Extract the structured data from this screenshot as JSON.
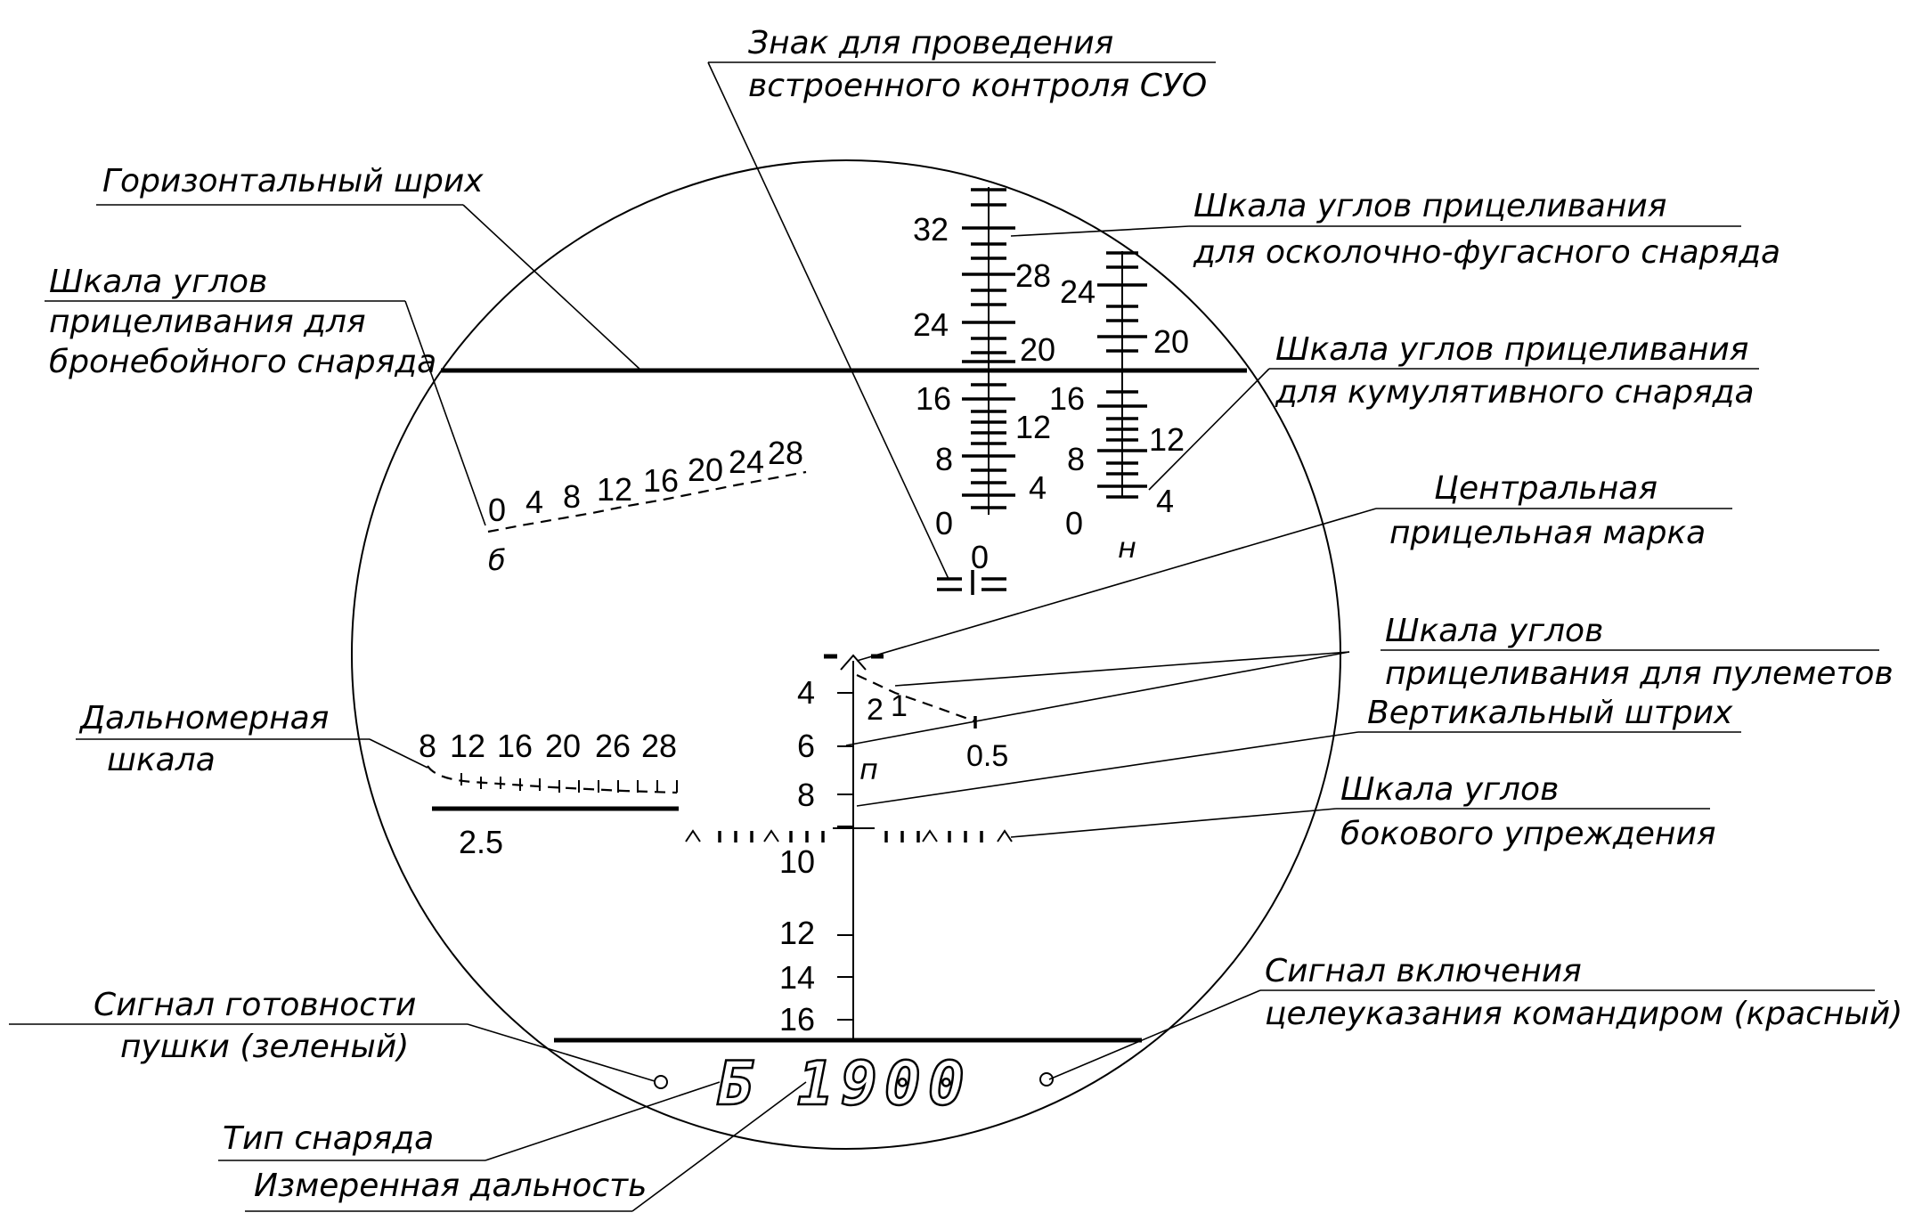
{
  "callouts": {
    "bit_sign_line1": "Знак для проведения",
    "bit_sign_line2": "встроенного контроля СУО",
    "horizontal_line": "Горизонтальный шрих",
    "ap_scale_line1": "Шкала углов",
    "ap_scale_line2": "прицеливания для",
    "ap_scale_line3": "бронебойного снаряда",
    "he_scale_line1": "Шкала углов прицеливания",
    "he_scale_line2": "для осколочно-фугасного снаряда",
    "heat_scale_line1": "Шкала углов прицеливания",
    "heat_scale_line2": "для кумулятивного снаряда",
    "central_mark_line1": "Центральная",
    "central_mark_line2": "прицельная марка",
    "mg_scale_line1": "Шкала углов",
    "mg_scale_line2": "прицеливания для пулеметов",
    "vertical_line": "Вертикальный штрих",
    "lead_scale_line1": "Шкала углов",
    "lead_scale_line2": "бокового упреждения",
    "range_scale_line1": "Дальномерная",
    "range_scale_line2": "шкала",
    "gun_ready_line1": "Сигнал готовности",
    "gun_ready_line2": "пушки (зеленый)",
    "cmd_signal_line1": "Сигнал включения",
    "cmd_signal_line2": "целеуказания командиром (красный)",
    "ammo_type": "Тип снаряда",
    "measured_range": "Измеренная дальность"
  },
  "scales": {
    "ap": {
      "letter": "б",
      "labels": [
        "0",
        "4",
        "8",
        "12",
        "16",
        "20",
        "24",
        "28"
      ]
    },
    "he": {
      "left_labels": [
        "32",
        "24",
        "16",
        "8",
        "0"
      ],
      "right_labels": [
        "28",
        "20",
        "12",
        "4"
      ],
      "bottom_label": "0"
    },
    "heat": {
      "letter": "н",
      "left_labels": [
        "24",
        "16",
        "8",
        "0"
      ],
      "right_labels": [
        "20",
        "12",
        "4"
      ]
    },
    "vertical": {
      "labels": [
        "4",
        "6",
        "8",
        "10",
        "12",
        "14",
        "16"
      ]
    },
    "mg": {
      "letter": "п",
      "labels": [
        "2",
        "1",
        "0.5"
      ]
    },
    "range": {
      "labels": [
        "8",
        "12",
        "16",
        "20",
        "26",
        "28"
      ],
      "base_label": "2.5"
    }
  },
  "readout": {
    "ammo_letter": "Б",
    "range_value": "1900"
  }
}
